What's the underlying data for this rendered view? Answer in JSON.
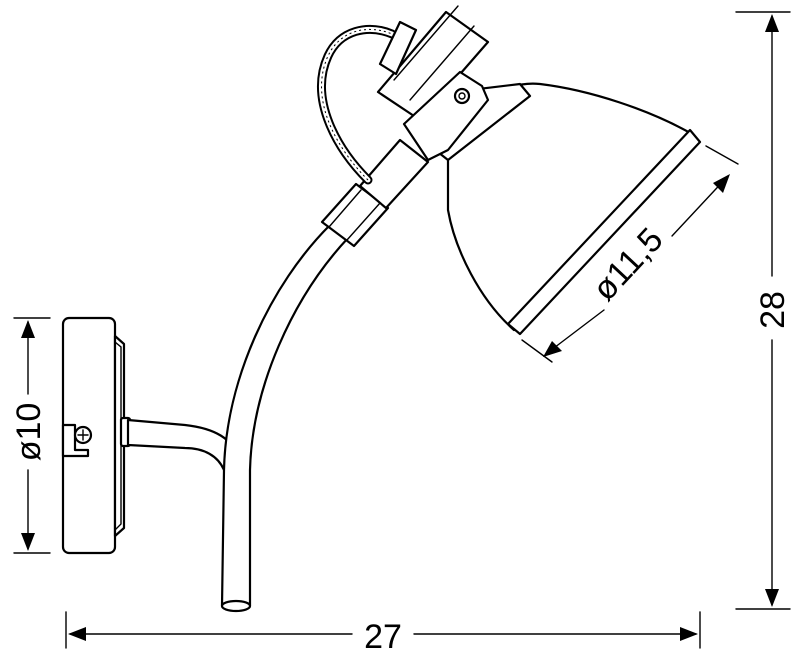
{
  "dimensions": {
    "width_label": "27",
    "height_label": "28",
    "base_diameter_label": "ø10",
    "shade_diameter_label": "ø11,5"
  }
}
